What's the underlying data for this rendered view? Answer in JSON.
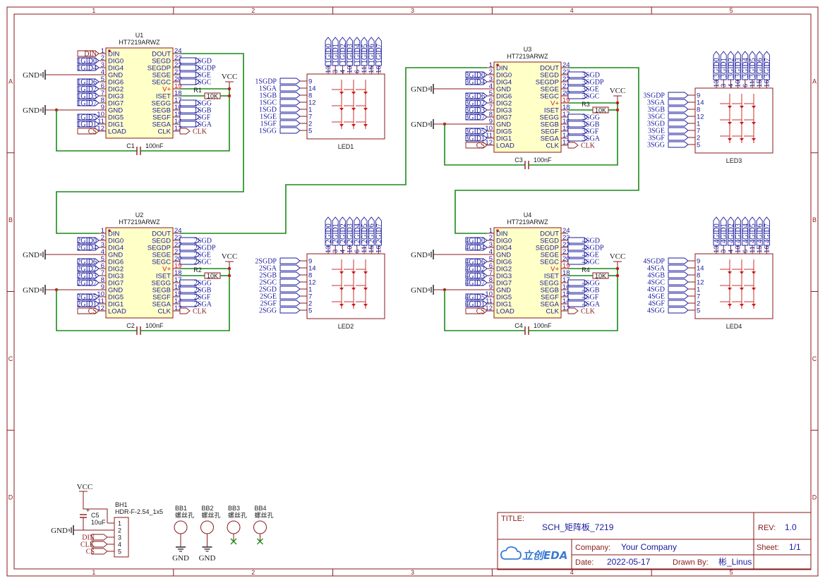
{
  "frame": {
    "columns": [
      "1",
      "2",
      "3",
      "4",
      "5"
    ],
    "rows": [
      "A",
      "B",
      "C",
      "D"
    ]
  },
  "ic": {
    "part": "HT7219ARWZ",
    "left_pins": [
      {
        "num": "1",
        "name": "DIN"
      },
      {
        "num": "2",
        "name": "DIG0"
      },
      {
        "num": "3",
        "name": "DIG4"
      },
      {
        "num": "4",
        "name": "GND"
      },
      {
        "num": "5",
        "name": "DIG6"
      },
      {
        "num": "6",
        "name": "DIG2"
      },
      {
        "num": "7",
        "name": "DIG3"
      },
      {
        "num": "8",
        "name": "DIG7"
      },
      {
        "num": "9",
        "name": "GND"
      },
      {
        "num": "10",
        "name": "DIG5"
      },
      {
        "num": "11",
        "name": "DIG1"
      },
      {
        "num": "12",
        "name": "LOAD"
      }
    ],
    "right_pins": [
      {
        "num": "24",
        "name": "DOUT"
      },
      {
        "num": "23",
        "name": "SEGD"
      },
      {
        "num": "22",
        "name": "SEGDP"
      },
      {
        "num": "21",
        "name": "SEGE"
      },
      {
        "num": "20",
        "name": "SEGC"
      },
      {
        "num": "19",
        "name": "V+"
      },
      {
        "num": "18",
        "name": "ISET"
      },
      {
        "num": "17",
        "name": "SEGG"
      },
      {
        "num": "16",
        "name": "SEGB"
      },
      {
        "num": "15",
        "name": "SEGF"
      },
      {
        "num": "14",
        "name": "SEGA"
      },
      {
        "num": "13",
        "name": "CLK"
      }
    ]
  },
  "led": {
    "top_pins": [
      "13",
      "3",
      "4",
      "10",
      "6",
      "11",
      "15",
      "16"
    ],
    "left_pins": [
      "9",
      "14",
      "8",
      "12",
      "1",
      "7",
      "2",
      "5"
    ]
  },
  "sheets": [
    {
      "ic_ref": "U1",
      "res_ref": "R1",
      "res_val": "10K",
      "cap_ref": "C1",
      "cap_val": "100nF",
      "led_ref": "LED1",
      "ic_left_nets": [
        "DIN",
        "1GID0",
        "1GID4",
        "",
        "1GID6",
        "1GID2",
        "1GID3",
        "1GID7",
        "",
        "1GID5",
        "1GID1",
        "CS"
      ],
      "ic_right_nets": [
        "",
        "1SGD",
        "1SGDP",
        "1SGE",
        "1SGC",
        "",
        "",
        "1SGG",
        "1SGB",
        "1SGF",
        "1SGA",
        "CLK"
      ],
      "led_top_nets": [
        "1GID0",
        "1GID1",
        "1GID2",
        "1GID3",
        "1GID4",
        "1GID5",
        "1GID6",
        "1GID7"
      ],
      "led_left_nets": [
        "1SGDP",
        "1SGA",
        "1SGB",
        "1SGC",
        "1SGD",
        "1SGE",
        "1SGF",
        "1SGG"
      ]
    },
    {
      "ic_ref": "U2",
      "res_ref": "R2",
      "res_val": "10K",
      "cap_ref": "C2",
      "cap_val": "100nF",
      "led_ref": "LED2",
      "ic_left_nets": [
        "",
        "2GID0",
        "2GID4",
        "",
        "2GID6",
        "2GID2",
        "2GID3",
        "2GID7",
        "",
        "2GID5",
        "2GID1",
        "CS"
      ],
      "ic_right_nets": [
        "",
        "2SGD",
        "2SGDP",
        "2SGE",
        "2SGC",
        "",
        "",
        "2SGG",
        "2SGB",
        "2SGF",
        "2SGA",
        "CLK"
      ],
      "led_top_nets": [
        "2GID0",
        "2GID1",
        "2GID2",
        "2GID3",
        "2GID4",
        "2GID5",
        "2GID6",
        "2GID7"
      ],
      "led_left_nets": [
        "2SGDP",
        "2SGA",
        "2SGB",
        "2SGC",
        "2SGD",
        "2SGE",
        "2SGF",
        "2SGG"
      ]
    },
    {
      "ic_ref": "U3",
      "res_ref": "R3",
      "res_val": "10K",
      "cap_ref": "C3",
      "cap_val": "100nF",
      "led_ref": "LED3",
      "ic_left_nets": [
        "",
        "3GID0",
        "3GID4",
        "",
        "3GID6",
        "3GID2",
        "3GID3",
        "3GID7",
        "",
        "3GID5",
        "3GID1",
        "CS"
      ],
      "ic_right_nets": [
        "",
        "3SGD",
        "3SGDP",
        "3SGE",
        "3SGC",
        "",
        "",
        "3SGG",
        "3SGB",
        "3SGF",
        "3SGA",
        "CLK"
      ],
      "led_top_nets": [
        "3GID0",
        "3GID1",
        "3GID2",
        "3GID3",
        "3GID4",
        "3GID5",
        "3GID6",
        "3GID7"
      ],
      "led_left_nets": [
        "3SGDP",
        "3SGA",
        "3SGB",
        "3SGC",
        "3SGD",
        "3SGE",
        "3SGF",
        "3SGG"
      ]
    },
    {
      "ic_ref": "U4",
      "res_ref": "R4",
      "res_val": "10K",
      "cap_ref": "C4",
      "cap_val": "100nF",
      "led_ref": "LED4",
      "ic_left_nets": [
        "",
        "4GID0",
        "4GID4",
        "",
        "4GID6",
        "4GID2",
        "4GID3",
        "4GID7",
        "",
        "4GID5",
        "4GID1",
        "CS"
      ],
      "ic_right_nets": [
        "",
        "4SGD",
        "4SGDP",
        "4SGE",
        "4SGC",
        "",
        "",
        "4SGG",
        "4SGB",
        "4SGF",
        "4SGA",
        "CLK"
      ],
      "led_top_nets": [
        "4GID0",
        "4GID1",
        "4GID2",
        "4GID3",
        "4GID4",
        "4GID5",
        "4GID6",
        "4GID7"
      ],
      "led_left_nets": [
        "4SGDP",
        "4SGA",
        "4SGB",
        "4SGC",
        "4SGD",
        "4SGE",
        "4SGF",
        "4SGG"
      ]
    }
  ],
  "power": {
    "vcc": "VCC",
    "gnd": "GND"
  },
  "header": {
    "ref": "BH1",
    "part": "HDR-F-2.54_1x5",
    "pins": [
      "1",
      "2",
      "3",
      "4",
      "5"
    ],
    "nets": [
      "DIN",
      "CLK",
      "CS"
    ],
    "cap_ref": "C5",
    "cap_val": "10uF",
    "cap_plus": "+"
  },
  "holes": [
    {
      "ref": "BB1",
      "label": "螺丝孔",
      "gnd": true
    },
    {
      "ref": "BB2",
      "label": "螺丝孔",
      "gnd": true
    },
    {
      "ref": "BB3",
      "label": "螺丝孔",
      "gnd": false
    },
    {
      "ref": "BB4",
      "label": "螺丝孔",
      "gnd": false
    }
  ],
  "title_block": {
    "title_label": "TITLE:",
    "title": "SCH_矩阵板_7219",
    "rev_label": "REV:",
    "rev": "1.0",
    "company_label": "Company:",
    "company": "Your Company",
    "sheet_label": "Sheet:",
    "sheet": "1/1",
    "date_label": "Date:",
    "date": "2022-05-17",
    "drawn_label": "Drawn By:",
    "drawn": "彬_Linus",
    "logo": "立创EDA"
  }
}
